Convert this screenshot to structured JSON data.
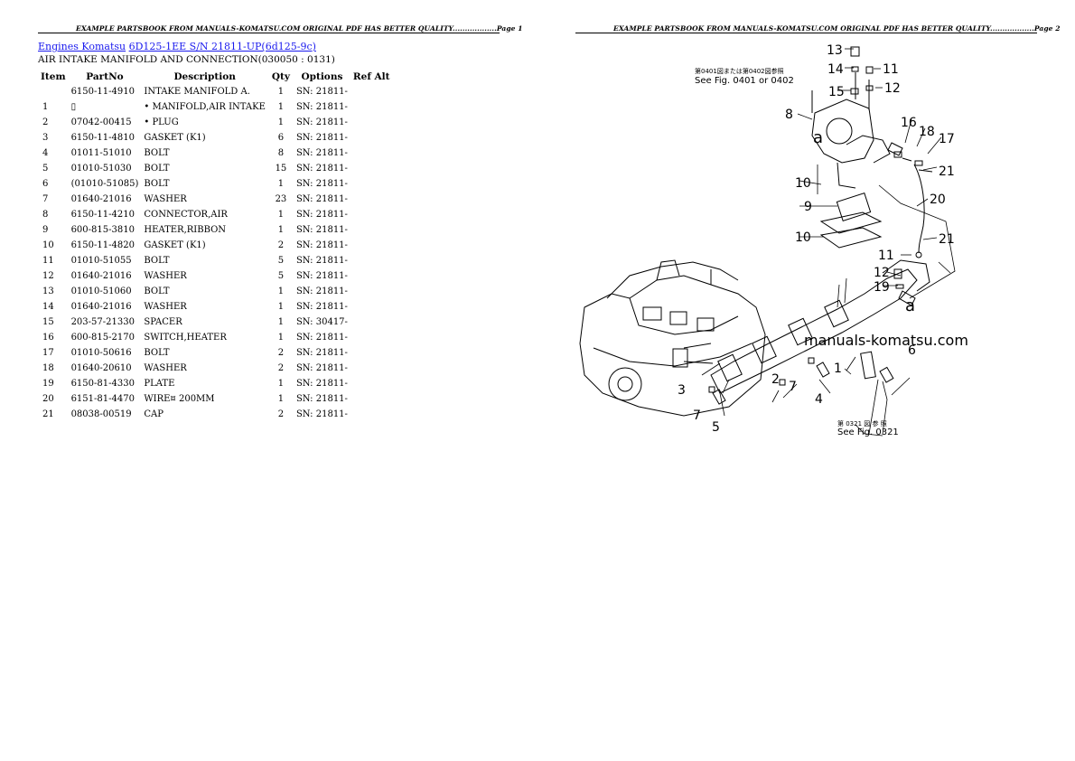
{
  "pages": {
    "left": {
      "header": "EXAMPLE PARTSBOOK FROM MANUALS-KOMATSU.COM ORIGINAL PDF HAS BETTER QUALITY..................Page 1",
      "breadcrumb": {
        "link1": "Engines Komatsu",
        "link2": "6D125-1EE S/N 21811-UP(6d125-9c)"
      },
      "subtitle": "AIR INTAKE MANIFOLD AND CONNECTION(030050 : 0131)"
    },
    "right": {
      "header": "EXAMPLE PARTSBOOK FROM MANUALS-KOMATSU.COM ORIGINAL PDF HAS BETTER QUALITY..................Page 2"
    }
  },
  "table": {
    "headers": {
      "item": "Item",
      "part": "PartNo",
      "desc": "Description",
      "qty": "Qty",
      "opt": "Options",
      "ref": "Ref Alt"
    },
    "rows": [
      {
        "item": "",
        "part": "6150-11-4910",
        "desc": "INTAKE MANIFOLD A.",
        "qty": "1",
        "opt": "SN: 21811-"
      },
      {
        "item": "1",
        "part": "▯",
        "desc": "• MANIFOLD,AIR INTAKE",
        "qty": "1",
        "opt": "SN: 21811-"
      },
      {
        "item": "2",
        "part": "07042-00415",
        "desc": "• PLUG",
        "qty": "1",
        "opt": "SN: 21811-"
      },
      {
        "item": "3",
        "part": "6150-11-4810",
        "desc": "GASKET (K1)",
        "qty": "6",
        "opt": "SN: 21811-"
      },
      {
        "item": "4",
        "part": "01011-51010",
        "desc": "BOLT",
        "qty": "8",
        "opt": "SN: 21811-"
      },
      {
        "item": "5",
        "part": "01010-51030",
        "desc": "BOLT",
        "qty": "15",
        "opt": "SN: 21811-"
      },
      {
        "item": "6",
        "part": "(01010-51085)",
        "desc": "BOLT",
        "qty": "1",
        "opt": "SN: 21811-"
      },
      {
        "item": "7",
        "part": "01640-21016",
        "desc": "WASHER",
        "qty": "23",
        "opt": "SN: 21811-"
      },
      {
        "item": "8",
        "part": "6150-11-4210",
        "desc": "CONNECTOR,AIR",
        "qty": "1",
        "opt": "SN: 21811-"
      },
      {
        "item": "9",
        "part": "600-815-3810",
        "desc": "HEATER,RIBBON",
        "qty": "1",
        "opt": "SN: 21811-"
      },
      {
        "item": "10",
        "part": "6150-11-4820",
        "desc": "GASKET (K1)",
        "qty": "2",
        "opt": "SN: 21811-"
      },
      {
        "item": "11",
        "part": "01010-51055",
        "desc": "BOLT",
        "qty": "5",
        "opt": "SN: 21811-"
      },
      {
        "item": "12",
        "part": "01640-21016",
        "desc": "WASHER",
        "qty": "5",
        "opt": "SN: 21811-"
      },
      {
        "item": "13",
        "part": "01010-51060",
        "desc": "BOLT",
        "qty": "1",
        "opt": "SN: 21811-"
      },
      {
        "item": "14",
        "part": "01640-21016",
        "desc": "WASHER",
        "qty": "1",
        "opt": "SN: 21811-"
      },
      {
        "item": "15",
        "part": "203-57-21330",
        "desc": "SPACER",
        "qty": "1",
        "opt": "SN: 30417-"
      },
      {
        "item": "16",
        "part": "600-815-2170",
        "desc": "SWITCH,HEATER",
        "qty": "1",
        "opt": "SN: 21811-"
      },
      {
        "item": "17",
        "part": "01010-50616",
        "desc": "BOLT",
        "qty": "2",
        "opt": "SN: 21811-"
      },
      {
        "item": "18",
        "part": "01640-20610",
        "desc": "WASHER",
        "qty": "2",
        "opt": "SN: 21811-"
      },
      {
        "item": "19",
        "part": "6150-81-4330",
        "desc": "PLATE",
        "qty": "1",
        "opt": "SN: 21811-"
      },
      {
        "item": "20",
        "part": "6151-81-4470",
        "desc": "WIRE¤ 200MM",
        "qty": "1",
        "opt": "SN: 21811-"
      },
      {
        "item": "21",
        "part": "08038-00519",
        "desc": "CAP",
        "qty": "2",
        "opt": "SN: 21811-"
      }
    ]
  },
  "diagram": {
    "watermark": "manuals-komatsu.com",
    "ref_top_jp": "第0401図または第0402図参照",
    "ref_top": "See Fig. 0401 or 0402",
    "ref_bottom_jp": "第 0321 図 参 照",
    "ref_bottom": "See Fig. 0321",
    "callouts": [
      "13",
      "14",
      "11",
      "15",
      "12",
      "8",
      "a",
      "16",
      "18",
      "17",
      "21",
      "20",
      "10",
      "9",
      "10",
      "21",
      "11",
      "12",
      "19",
      "a",
      "1",
      "6",
      "2",
      "7",
      "4",
      "3",
      "7",
      "5"
    ]
  }
}
